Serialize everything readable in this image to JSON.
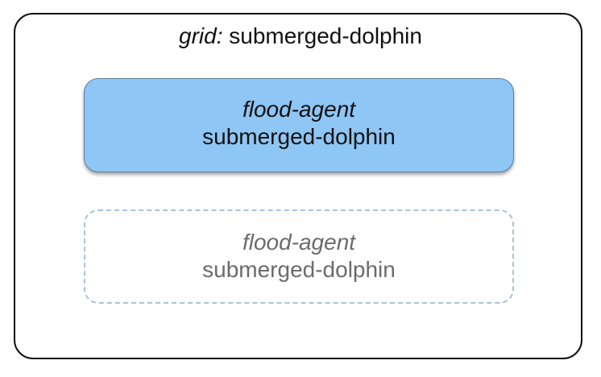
{
  "grid": {
    "keyword": "grid:",
    "name": "submerged-dolphin"
  },
  "agents": [
    {
      "kind": "flood-agent",
      "name": "submerged-dolphin",
      "state": "active",
      "fill_color": "#8ec6f5"
    },
    {
      "kind": "flood-agent",
      "name": "submerged-dolphin",
      "state": "ghost",
      "border_color": "#a6c3dc",
      "text_color": "#6b6b6b"
    }
  ]
}
